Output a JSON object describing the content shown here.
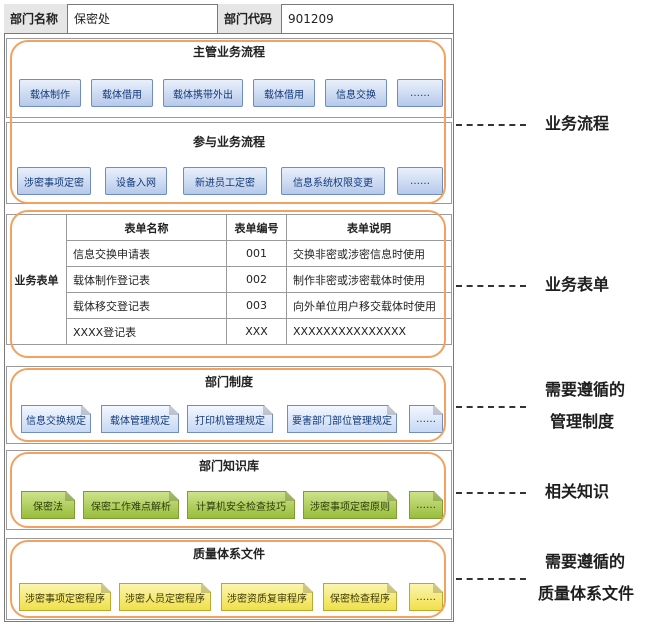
{
  "header": {
    "dept_name_label": "部门名称",
    "dept_name_value": "保密处",
    "dept_code_label": "部门代码",
    "dept_code_value": "901209"
  },
  "main_process": {
    "title": "主管业务流程",
    "items": [
      "载体制作",
      "载体借用",
      "载体携带外出",
      "载体借用",
      "信息交换",
      "……"
    ]
  },
  "participate_process": {
    "title": "参与业务流程",
    "items": [
      "涉密事项定密",
      "设备入网",
      "新进员工定密",
      "信息系统权限变更",
      "……"
    ]
  },
  "forms": {
    "row_label": "业务表单",
    "headers": [
      "表单名称",
      "表单编号",
      "表单说明"
    ],
    "rows": [
      [
        "信息交换申请表",
        "001",
        "交换非密或涉密信息时使用"
      ],
      [
        "载体制作登记表",
        "002",
        "制作非密或涉密载体时使用"
      ],
      [
        "载体移交登记表",
        "003",
        "向外单位用户移交载体时使用"
      ],
      [
        "XXXX登记表",
        "XXX",
        "XXXXXXXXXXXXXXX"
      ]
    ]
  },
  "dept_rules": {
    "title": "部门制度",
    "items": [
      "信息交换规定",
      "载体管理规定",
      "打印机管理规定",
      "要害部门部位管理规定",
      "……"
    ]
  },
  "knowledge": {
    "title": "部门知识库",
    "items": [
      "保密法",
      "保密工作难点解析",
      "计算机安全检查技巧",
      "涉密事项定密原则",
      "……"
    ]
  },
  "quality": {
    "title": "质量体系文件",
    "items": [
      "涉密事项定密程序",
      "涉密人员定密程序",
      "涉密资质复审程序",
      "保密检查程序",
      "……"
    ]
  },
  "annotations": {
    "process": "业务流程",
    "forms": "业务表单",
    "rules_line1": "需要遵循的",
    "rules_line2": "管理制度",
    "knowledge": "相关知识",
    "quality_line1": "需要遵循的",
    "quality_line2": "质量体系文件"
  },
  "colors": {
    "highlight_oval": "#f3a15f",
    "process_button": "#b6c9ea",
    "knowledge_doc": "#98bd3c",
    "quality_doc": "#f0e04a"
  }
}
